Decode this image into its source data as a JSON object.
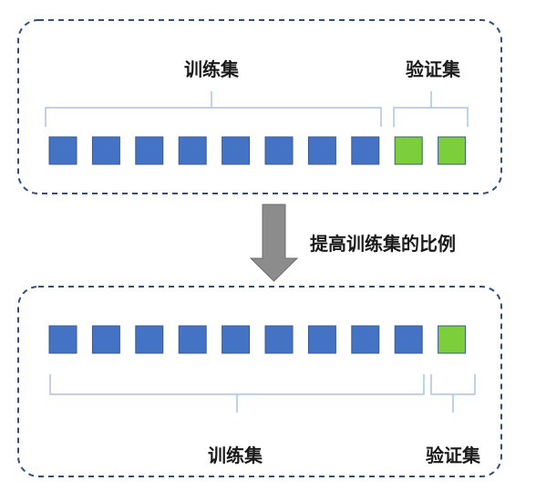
{
  "colors": {
    "border": "#2f4f7f",
    "brace": "#a9c4e6",
    "train_block": "#4472c4",
    "val_block": "#7ccf3a",
    "arrow": "#8c8c8c"
  },
  "before": {
    "train_label": "训练集",
    "val_label": "验证集",
    "train_blocks": 8,
    "val_blocks": 2
  },
  "arrow_label": "提高训练集的比例",
  "after": {
    "train_label": "训练集",
    "val_label": "验证集",
    "train_blocks": 9,
    "val_blocks": 1
  }
}
